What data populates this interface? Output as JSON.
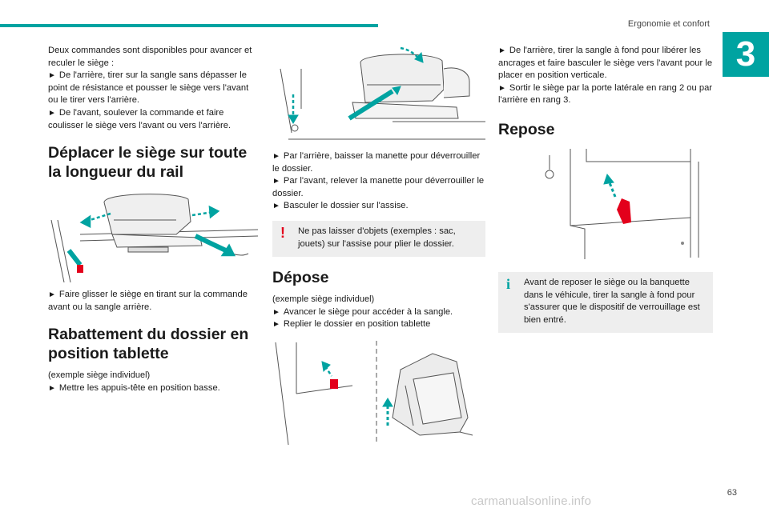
{
  "header": {
    "title": "Ergonomie et confort",
    "chapter": "3",
    "page": "63"
  },
  "watermark": "carmanualsonline.info",
  "colors": {
    "accent": "#00a3a1",
    "warning": "#e3001b",
    "handle": "#e3001b",
    "note_bg": "#eeeeee"
  },
  "col1": {
    "intro": "Deux commandes sont disponibles pour avancer et reculer le siège :",
    "b1": "De l'arrière, tirer sur la sangle sans dépasser le point de résistance et pousser le siège vers l'avant ou le tirer vers l'arrière.",
    "b2": "De l'avant, soulever la commande et faire coulisser le siège vers l'avant ou vers l'arrière.",
    "h1": "Déplacer le siège sur toute la longueur du rail",
    "b3": "Faire glisser le siège en tirant sur la commande avant ou la sangle arrière.",
    "h2": "Rabattement du dossier en position tablette",
    "sub": "(exemple siège individuel)",
    "b4": "Mettre les appuis-tête en position basse."
  },
  "col2": {
    "b1": "Par l'arrière, baisser la manette pour déverrouiller le dossier.",
    "b2": "Par l'avant, relever la manette pour déverrouiller le dossier.",
    "b3": "Basculer le dossier sur l'assise.",
    "warning": "Ne pas laisser d'objets (exemples : sac, jouets) sur l'assise pour plier le dossier.",
    "h1": "Dépose",
    "sub": "(exemple siège individuel)",
    "b4": "Avancer le siège pour accéder à la sangle.",
    "b5": "Replier le dossier en position tablette"
  },
  "col3": {
    "b1": "De l'arrière, tirer la sangle à fond pour libérer les ancrages et faire basculer le siège vers l'avant pour le placer en position verticale.",
    "b2": "Sortir le siège par la porte latérale en rang 2 ou par l'arrière en rang 3.",
    "h1": "Repose",
    "info": "Avant de reposer le siège ou la banquette dans le véhicule, tirer la sangle à fond pour s'assurer que le dispositif de verrouillage est bien entré."
  },
  "icons": {
    "bullet": "arrow-bullet-icon",
    "warning": "exclamation-icon",
    "info": "info-icon"
  }
}
